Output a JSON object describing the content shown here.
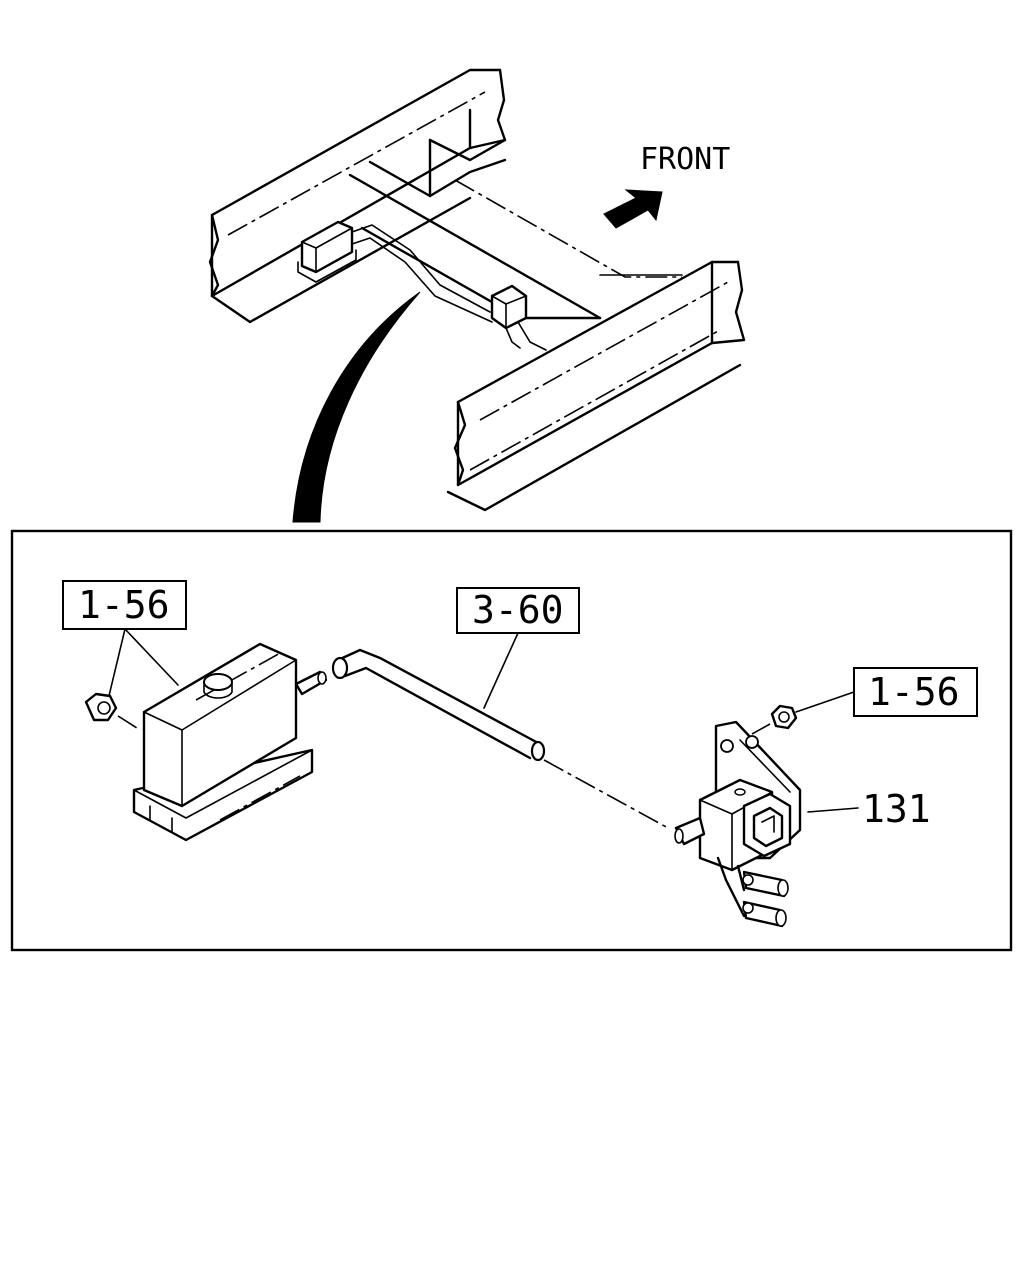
{
  "direction_label": "FRONT",
  "callouts": {
    "left_nut_ref": "1-56",
    "hose_ref": "3-60",
    "right_nut_ref": "1-56",
    "valve_ref": "131"
  },
  "icons": [
    "front-arrow-icon",
    "curved-pointer-arrow-icon"
  ]
}
